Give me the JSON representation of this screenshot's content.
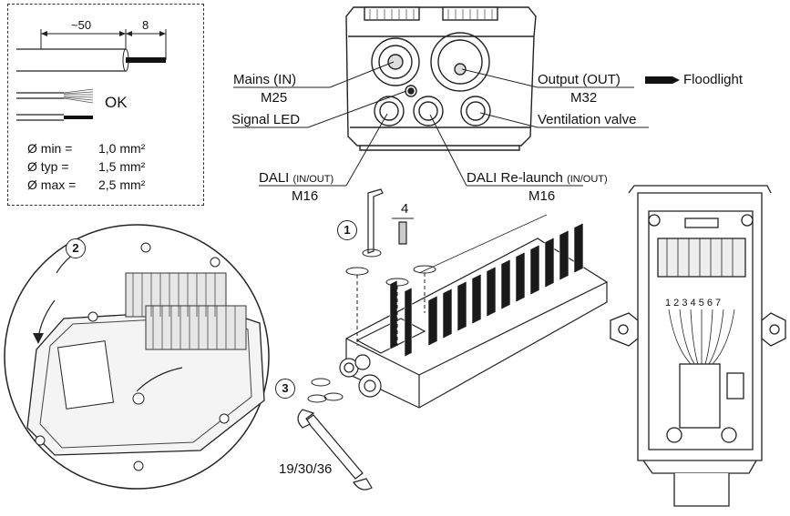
{
  "wire_spec": {
    "dim_strip": "~50",
    "dim_tip": "8",
    "ok_label": "OK",
    "rows": [
      {
        "sym": "Ø min =",
        "val": "1,0 mm²"
      },
      {
        "sym": "Ø typ =",
        "val": "1,5 mm²"
      },
      {
        "sym": "Ø max =",
        "val": "2,5 mm²"
      }
    ]
  },
  "top_view": {
    "mains_label": "Mains (IN)",
    "mains_size": "M25",
    "signal_led_label": "Signal LED",
    "dali_label": "DALI",
    "dali_suffix": "(IN/OUT)",
    "dali_size": "M16",
    "output_label": "Output (OUT)",
    "output_size": "M32",
    "floodlight_label": "Floodlight",
    "vent_label": "Ventilation valve",
    "relaunch_label": "DALI Re-launch",
    "relaunch_suffix": "(IN/OUT)",
    "relaunch_size": "M16"
  },
  "steps": {
    "step1": "1",
    "step2": "2",
    "step3": "3",
    "hex_size": "4",
    "wrench_sizes": "19/30/36"
  },
  "terminal_numbers": "1 2 3 4 5 6 7"
}
